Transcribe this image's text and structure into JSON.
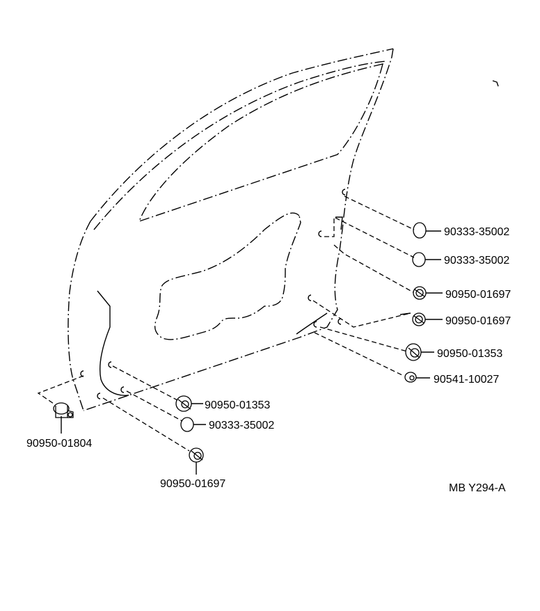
{
  "diagram": {
    "drawing_code": "MB Y294-A",
    "parts": [
      {
        "number": "90333-35002",
        "type": "plug"
      },
      {
        "number": "90333-35002",
        "type": "plug"
      },
      {
        "number": "90950-01697",
        "type": "grommet"
      },
      {
        "number": "90950-01697",
        "type": "grommet"
      },
      {
        "number": "90950-01353",
        "type": "grommet"
      },
      {
        "number": "90541-10027",
        "type": "cushion"
      },
      {
        "number": "90950-01353",
        "type": "grommet"
      },
      {
        "number": "90333-35002",
        "type": "plug"
      },
      {
        "number": "90950-01697",
        "type": "grommet"
      },
      {
        "number": "90950-01804",
        "type": "clip"
      }
    ]
  }
}
